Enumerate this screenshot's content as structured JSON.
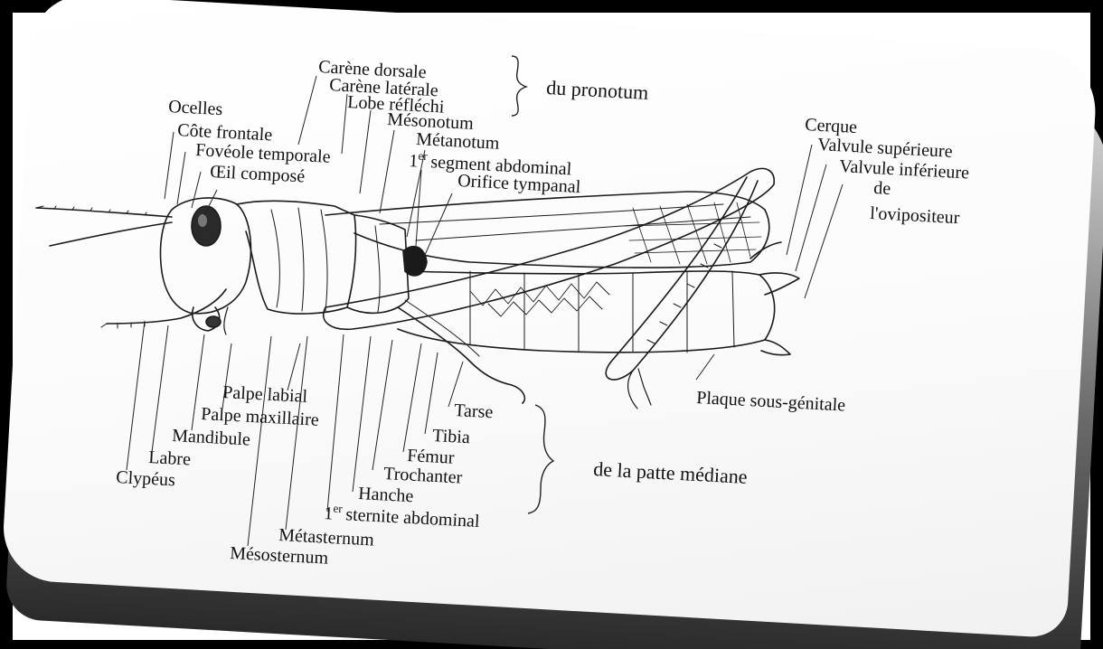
{
  "diagram": {
    "pronotum_group": {
      "items": [
        "Carène dorsale",
        "Carène latérale",
        "Lobe réfléchi"
      ],
      "caption": "du pronotum"
    },
    "head_labels": {
      "ocelles": "Ocelles",
      "cote_frontale": "Côte frontale",
      "foveole_temporale": "Fovéole temporale",
      "oeil_compose": "Œil composé"
    },
    "thorax_labels": {
      "mesonotum": "Mésonotum",
      "metanotum": "Métanotum",
      "segment_abdominal_num": "1",
      "segment_abdominal_sup": "er",
      "segment_abdominal": "segment abdominal",
      "orifice_tympanal": "Orifice tympanal"
    },
    "oviposit_group": {
      "cerque": "Cerque",
      "valvule_superieure": "Valvule supérieure",
      "valvule_inferieure": "Valvule inférieure",
      "de": "de",
      "ovipositeur": "l'ovipositeur"
    },
    "mouth_labels": {
      "palpe_labial": "Palpe labial",
      "palpe_maxillaire": "Palpe maxillaire",
      "mandibule": "Mandibule",
      "labre": "Labre",
      "clypeus": "Clypéus"
    },
    "leg_group": {
      "items": [
        "Tarse",
        "Tibia",
        "Fémur",
        "Trochanter",
        "Hanche"
      ],
      "caption": "de la patte médiane"
    },
    "sternum_labels": {
      "sternite_num": "1",
      "sternite_sup": "er",
      "sternite": "sternite abdominal",
      "metasternum": "Métasternum",
      "mesosternum": "Mésosternum"
    },
    "plaque": "Plaque sous-génitale"
  }
}
